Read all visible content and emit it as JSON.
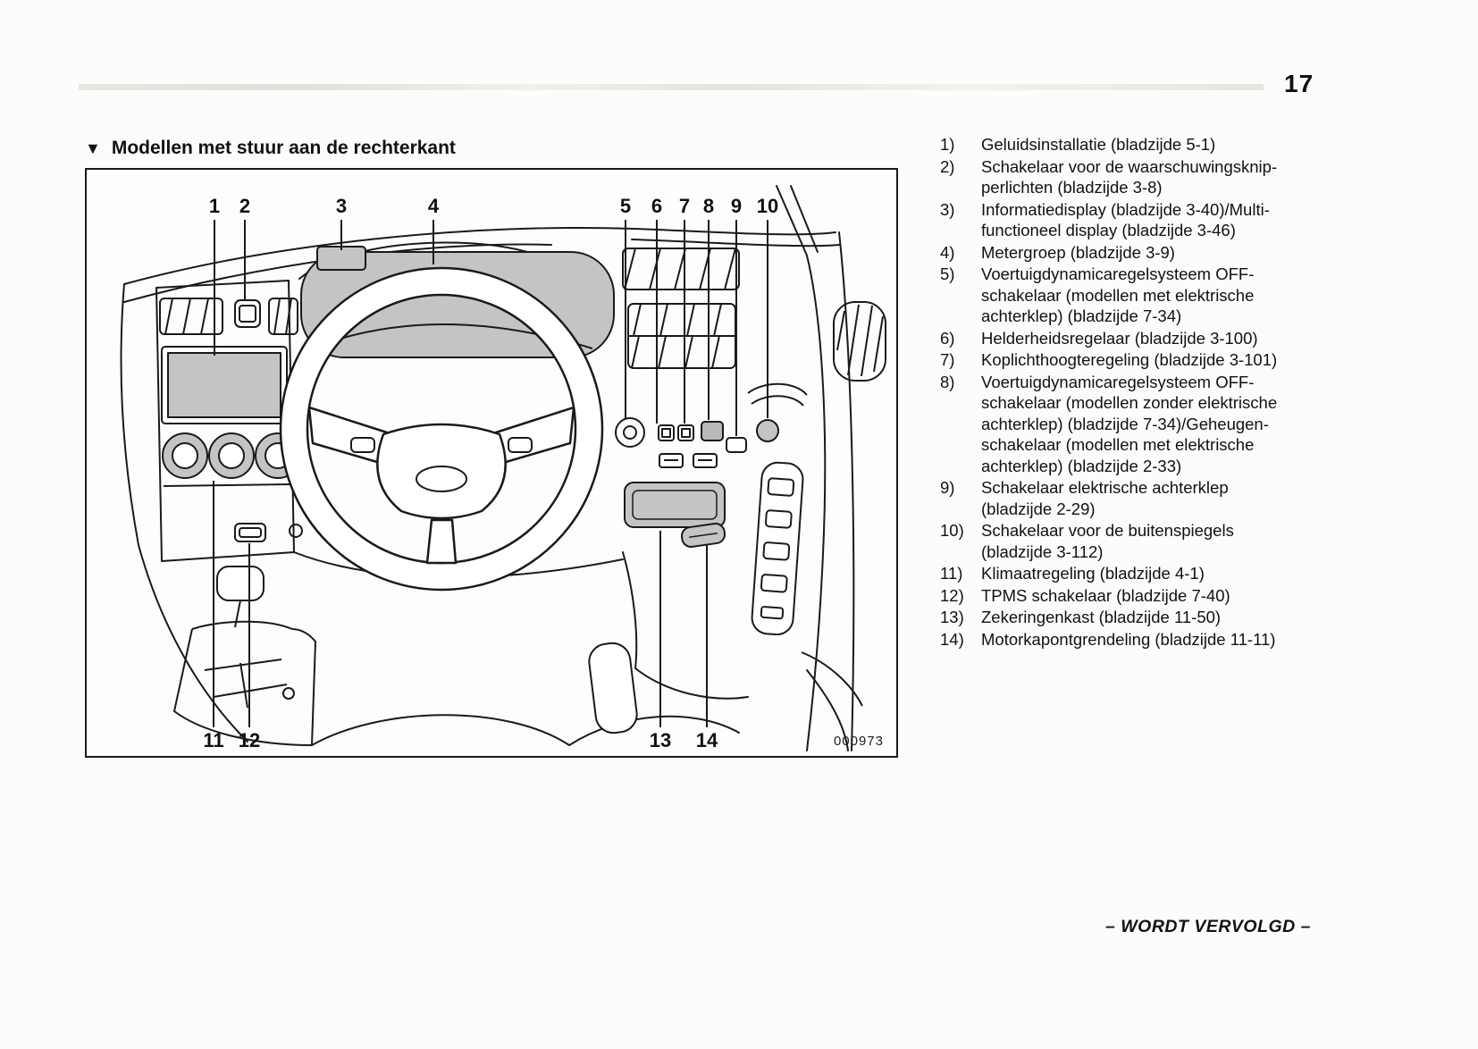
{
  "page": {
    "number": "17",
    "footer_note": "– WORDT VERVOLGD –"
  },
  "section": {
    "marker": "▼",
    "title": "Modellen met stuur aan de rechterkant"
  },
  "figure": {
    "code": "000973",
    "callouts": [
      "1",
      "2",
      "3",
      "4",
      "5",
      "6",
      "7",
      "8",
      "9",
      "10",
      "11",
      "12",
      "13",
      "14"
    ]
  },
  "legend": {
    "items": [
      {
        "num": "1)",
        "text": "Geluidsinstallatie (bladzijde 5-1)"
      },
      {
        "num": "2)",
        "text": "Schakelaar voor de waarschuwingsknip-\nperlichten (bladzijde 3-8)"
      },
      {
        "num": "3)",
        "text": "Informatiedisplay (bladzijde 3-40)/Multi-\nfunctioneel display (bladzijde 3-46)"
      },
      {
        "num": "4)",
        "text": "Metergroep (bladzijde 3-9)"
      },
      {
        "num": "5)",
        "text": "Voertuigdynamicaregelsysteem OFF-\nschakelaar (modellen met elektrische\nachterklep) (bladzijde 7-34)"
      },
      {
        "num": "6)",
        "text": "Helderheidsregelaar (bladzijde 3-100)"
      },
      {
        "num": "7)",
        "text": "Koplichthoogteregeling (bladzijde 3-101)"
      },
      {
        "num": "8)",
        "text": "Voertuigdynamicaregelsysteem OFF-\nschakelaar (modellen zonder elektrische\nachterklep) (bladzijde 7-34)/Geheugen-\nschakelaar (modellen met elektrische\nachterklep) (bladzijde 2-33)"
      },
      {
        "num": "9)",
        "text": "Schakelaar elektrische achterklep\n(bladzijde 2-29)"
      },
      {
        "num": "10)",
        "text": "Schakelaar voor de buitenspiegels\n(bladzijde 3-112)"
      },
      {
        "num": "11)",
        "text": "Klimaatregeling (bladzijde 4-1)"
      },
      {
        "num": "12)",
        "text": "TPMS schakelaar (bladzijde 7-40)"
      },
      {
        "num": "13)",
        "text": "Zekeringenkast (bladzijde 11-50)"
      },
      {
        "num": "14)",
        "text": "Motorkapontgrendeling (bladzijde 11-11)"
      }
    ]
  },
  "colors": {
    "line": "#1a1a1a",
    "shading": "#c4c4c4"
  }
}
